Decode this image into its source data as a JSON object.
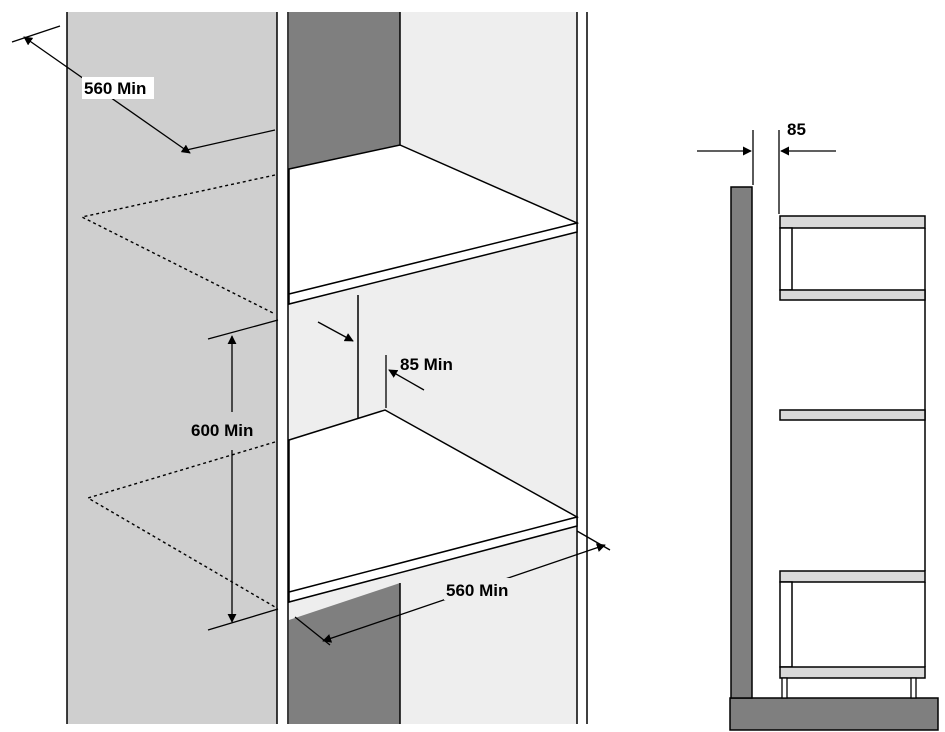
{
  "labels": {
    "top_width": "560 Min",
    "back_gap": "85 Min",
    "opening_height": "600 Min",
    "bottom_width": "560 Min",
    "side_gap": "85"
  },
  "colors": {
    "side_panel": "#cfcfcf",
    "back_wall": "#7f7f7f",
    "right_wall": "#eeeeee",
    "shelf_edge": "#d9d9d9",
    "side_upright": "#7f7f7f",
    "base": "#7f7f7f",
    "line": "#000000"
  }
}
